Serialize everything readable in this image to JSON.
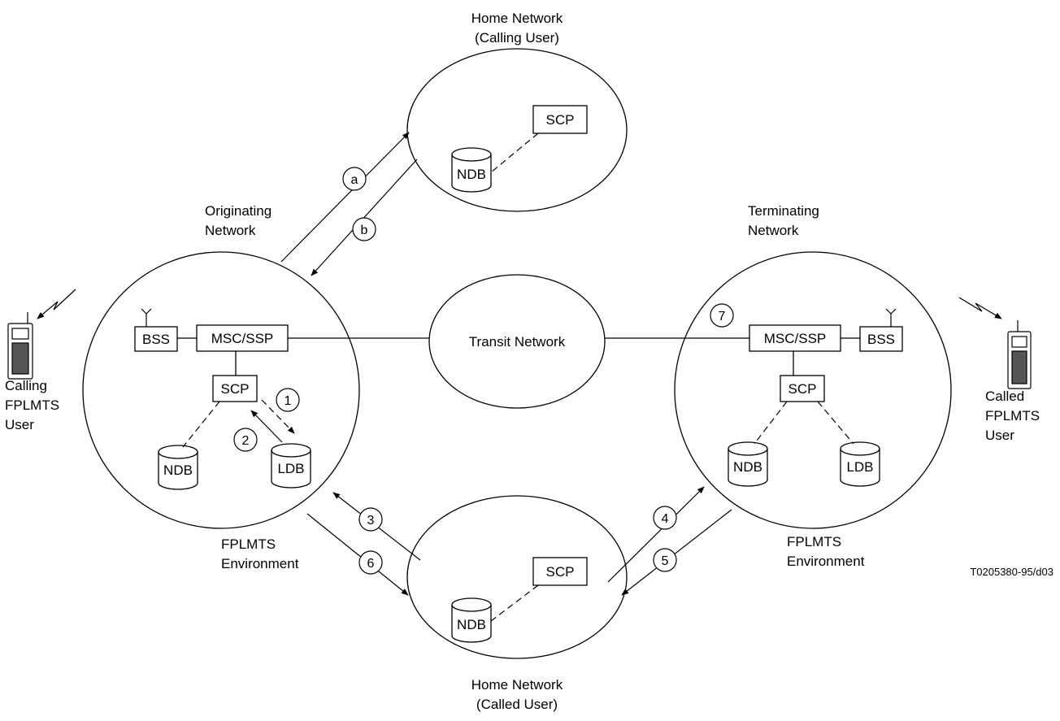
{
  "labels": {
    "home_calling": [
      "Home Network",
      "(Calling User)"
    ],
    "home_called": [
      "Home Network",
      "(Called User)"
    ],
    "originating": [
      "Originating",
      "Network"
    ],
    "terminating": [
      "Terminating",
      "Network"
    ],
    "transit": "Transit Network",
    "env_left": [
      "FPLMTS",
      "Environment"
    ],
    "env_right": [
      "FPLMTS",
      "Environment"
    ],
    "calling_user": [
      "Calling",
      "FPLMTS",
      "User"
    ],
    "called_user": [
      "Called",
      "FPLMTS",
      "User"
    ],
    "figure_id": "T0205380-95/d03"
  },
  "nodes": {
    "bss": "BSS",
    "msc_ssp": "MSC/SSP",
    "scp": "SCP",
    "ndb": "NDB",
    "ldb": "LDB"
  },
  "steps": [
    "a",
    "b",
    "1",
    "2",
    "3",
    "4",
    "5",
    "6",
    "7"
  ]
}
